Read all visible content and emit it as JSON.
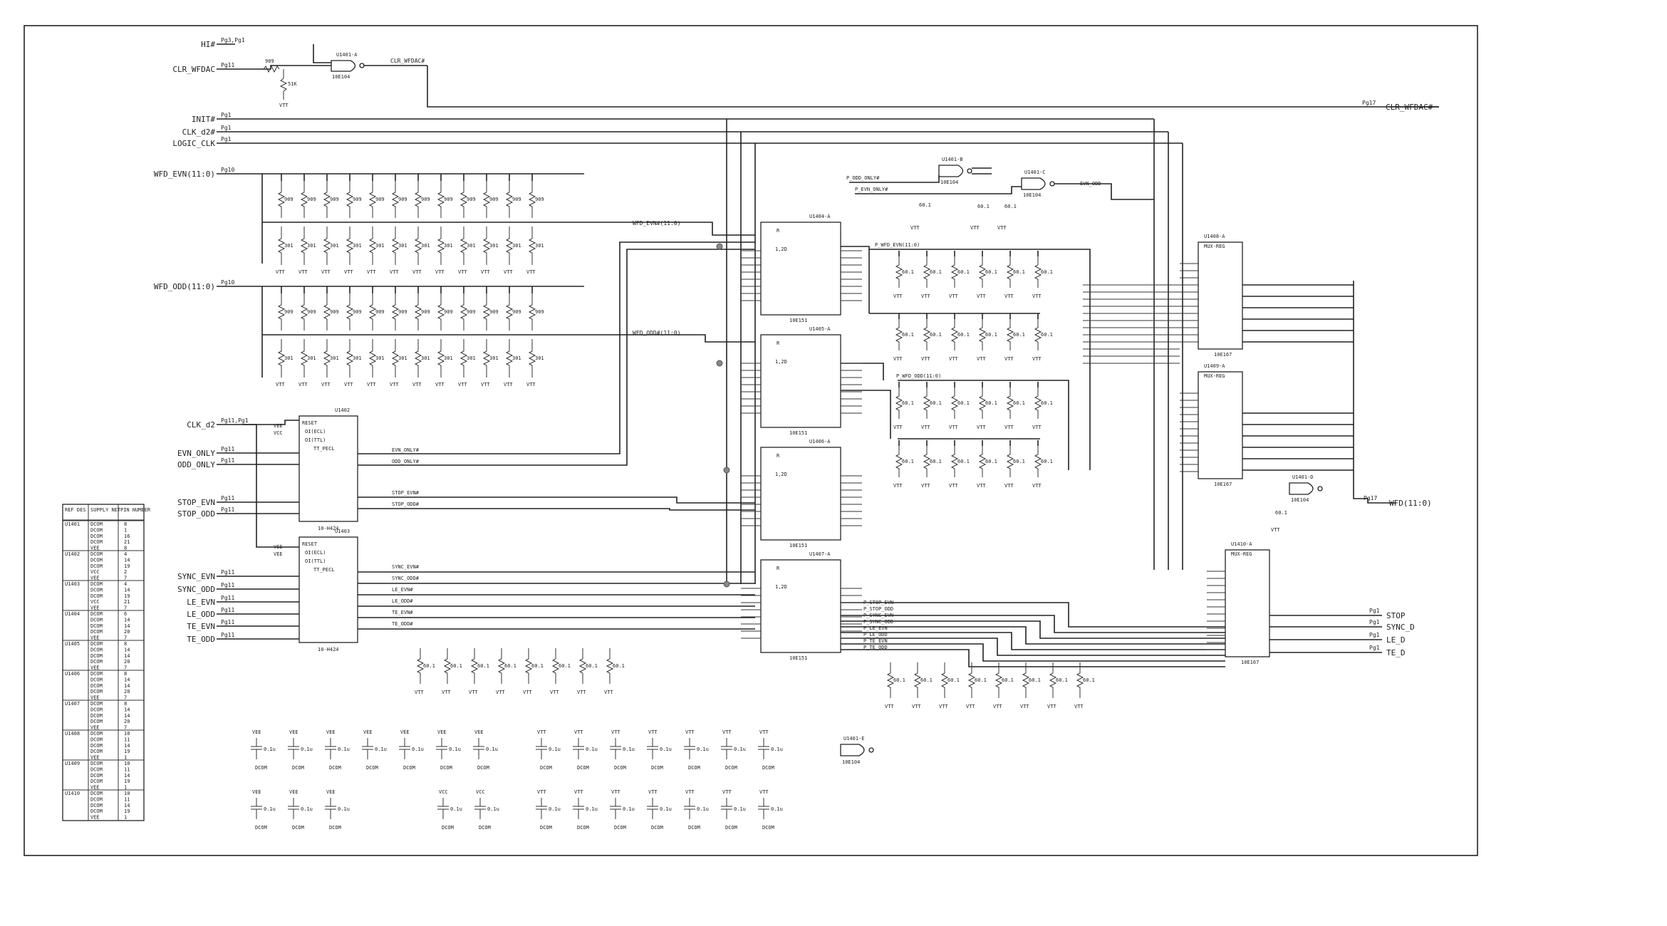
{
  "inputs": [
    {
      "name": "HI#",
      "page": "Pg3,Pg1"
    },
    {
      "name": "CLR_WFDAC",
      "page": "Pg11"
    },
    {
      "name": "INIT#",
      "page": "Pg1"
    },
    {
      "name": "CLK_d2#",
      "page": "Pg1"
    },
    {
      "name": "LOGIC_CLK",
      "page": "Pg1"
    },
    {
      "name": "WFD_EVN(11:0)",
      "page": "Pg10"
    },
    {
      "name": "WFD_ODD(11:0)",
      "page": "Pg10"
    },
    {
      "name": "CLK_d2",
      "page": "Pg11,Pg1"
    },
    {
      "name": "EVN_ONLY",
      "page": "Pg11"
    },
    {
      "name": "ODD_ONLY",
      "page": "Pg11"
    },
    {
      "name": "STOP_EVN",
      "page": "Pg11"
    },
    {
      "name": "STOP_ODD",
      "page": "Pg11"
    },
    {
      "name": "SYNC_EVN",
      "page": "Pg11"
    },
    {
      "name": "SYNC_ODD",
      "page": "Pg11"
    },
    {
      "name": "LE_EVN",
      "page": "Pg11"
    },
    {
      "name": "LE_ODD",
      "page": "Pg11"
    },
    {
      "name": "TE_EVN",
      "page": "Pg11"
    },
    {
      "name": "TE_ODD",
      "page": "Pg11"
    }
  ],
  "outputs": [
    {
      "name": "CLR_WFDAC#",
      "page": "Pg17"
    },
    {
      "name": "WFD(11:0)",
      "page": "Pg17"
    },
    {
      "name": "STOP",
      "page": "Pg1"
    },
    {
      "name": "SYNC_D",
      "page": "Pg1"
    },
    {
      "name": "LE_D",
      "page": "Pg1"
    },
    {
      "name": "TE_D",
      "page": "Pg1"
    }
  ],
  "components": {
    "u1401a": {
      "ref": "U1401-A",
      "part": "10E104"
    },
    "u1401b": {
      "ref": "U1401-B",
      "part": "10E104"
    },
    "u1401c": {
      "ref": "U1401-C",
      "part": "10E104"
    },
    "u1401d": {
      "ref": "U1401-D",
      "part": "10E104"
    },
    "u1401e": {
      "ref": "U1401-E",
      "part": "10E104"
    },
    "u1402": {
      "ref": "U1402",
      "part": "10-H424",
      "pins": [
        "RESET",
        "OI(ECL)",
        "OI(TTL)",
        "TT_PECL"
      ]
    },
    "u1403": {
      "ref": "U1403",
      "part": "10-H424",
      "pins": [
        "RESET",
        "OI(ECL)",
        "OI(TTL)",
        "TT_PECL"
      ]
    },
    "u1404": {
      "ref": "U1404-A",
      "part": "10E151"
    },
    "u1405": {
      "ref": "U1405-A",
      "part": "10E151"
    },
    "u1406": {
      "ref": "U1406-A",
      "part": "10E151"
    },
    "u1407": {
      "ref": "U1407-A",
      "part": "10E151"
    },
    "u1408": {
      "ref": "U1408-A",
      "part": "10E167",
      "func": "MUX-REG"
    },
    "u1409": {
      "ref": "U1409-A",
      "part": "10E167",
      "func": "MUX-REG"
    },
    "u1410": {
      "ref": "U1410-A",
      "part": "10E167",
      "func": "MUX-REG"
    }
  },
  "nets": {
    "wfd_evn_bus": "WFD_EVN#(11:0)",
    "wfd_odd_bus": "WFD_ODD#(11:0)",
    "p_odd_only": "P_ODD_ONLY#",
    "p_evn_only": "P_EVN_ONLY#",
    "evn_odd": "EVN_ODD",
    "p_wfd_evn": "P_WFD_EVN(11:0)",
    "p_wfd_odd": "P_WFD_ODD(11:0)",
    "ctrl": [
      "EVN_ONLY#",
      "ODD_ONLY#",
      "STOP_EVN#",
      "STOP_ODD#",
      "SYNC_EVN#",
      "SYNC_ODD#",
      "LE_EVN#",
      "LE_ODD#",
      "TE_EVN#",
      "TE_ODD#"
    ],
    "p_ctrl": [
      "P_STOP_EVN",
      "P_STOP_ODD",
      "P_SYNC_EVN",
      "P_SYNC_ODD",
      "P_LE_EVN",
      "P_LE_ODD",
      "P_TE_EVN",
      "P_TE_ODD"
    ]
  },
  "supply": {
    "vtt": "VTT",
    "vee": "VEE",
    "vcc": "VCC",
    "dcom": "DCOM"
  },
  "resistor_values": {
    "pullup": "909",
    "pulldown": "301",
    "term": "60.1",
    "r1400": "909",
    "r1401": "51K"
  },
  "cap_value": "0.1u",
  "table": {
    "headers": [
      "REF DES",
      "SUPPLY NET",
      "PIN NUMBER"
    ],
    "rows": [
      [
        "U1401",
        "DCOM",
        "8"
      ],
      [
        "",
        "DCOM",
        "1"
      ],
      [
        "",
        "DCOM",
        "16"
      ],
      [
        "",
        "DCOM",
        "21"
      ],
      [
        "",
        "VEE",
        "8"
      ],
      [
        "U1402",
        "DCOM",
        "4"
      ],
      [
        "",
        "DCOM",
        "14"
      ],
      [
        "",
        "DCOM",
        "19"
      ],
      [
        "",
        "VCC",
        "2"
      ],
      [
        "",
        "VEE",
        "7"
      ],
      [
        "U1403",
        "DCOM",
        "4"
      ],
      [
        "",
        "DCOM",
        "14"
      ],
      [
        "",
        "DCOM",
        "19"
      ],
      [
        "",
        "VCC",
        "21"
      ],
      [
        "",
        "VEE",
        "7"
      ],
      [
        "U1404",
        "DCOM",
        "6"
      ],
      [
        "",
        "DCOM",
        "14"
      ],
      [
        "",
        "DCOM",
        "14"
      ],
      [
        "",
        "DCOM",
        "20"
      ],
      [
        "",
        "VEE",
        "7"
      ],
      [
        "U1405",
        "DCOM",
        "8"
      ],
      [
        "",
        "DCOM",
        "14"
      ],
      [
        "",
        "DCOM",
        "14"
      ],
      [
        "",
        "DCOM",
        "20"
      ],
      [
        "",
        "VEE",
        "7"
      ],
      [
        "U1406",
        "DCOM",
        "8"
      ],
      [
        "",
        "DCOM",
        "14"
      ],
      [
        "",
        "DCOM",
        "14"
      ],
      [
        "",
        "DCOM",
        "20"
      ],
      [
        "",
        "VEE",
        "7"
      ],
      [
        "U1407",
        "DCOM",
        "8"
      ],
      [
        "",
        "DCOM",
        "14"
      ],
      [
        "",
        "DCOM",
        "14"
      ],
      [
        "",
        "DCOM",
        "20"
      ],
      [
        "",
        "VEE",
        "7"
      ],
      [
        "U1408",
        "DCOM",
        "10"
      ],
      [
        "",
        "DCOM",
        "11"
      ],
      [
        "",
        "DCOM",
        "14"
      ],
      [
        "",
        "DCOM",
        "19"
      ],
      [
        "",
        "VEE",
        "1"
      ],
      [
        "U1409",
        "DCOM",
        "10"
      ],
      [
        "",
        "DCOM",
        "11"
      ],
      [
        "",
        "DCOM",
        "14"
      ],
      [
        "",
        "DCOM",
        "19"
      ],
      [
        "",
        "VEE",
        "1"
      ],
      [
        "U1410",
        "DCOM",
        "10"
      ],
      [
        "",
        "DCOM",
        "11"
      ],
      [
        "",
        "DCOM",
        "14"
      ],
      [
        "",
        "DCOM",
        "19"
      ],
      [
        "",
        "VEE",
        "1"
      ]
    ]
  }
}
